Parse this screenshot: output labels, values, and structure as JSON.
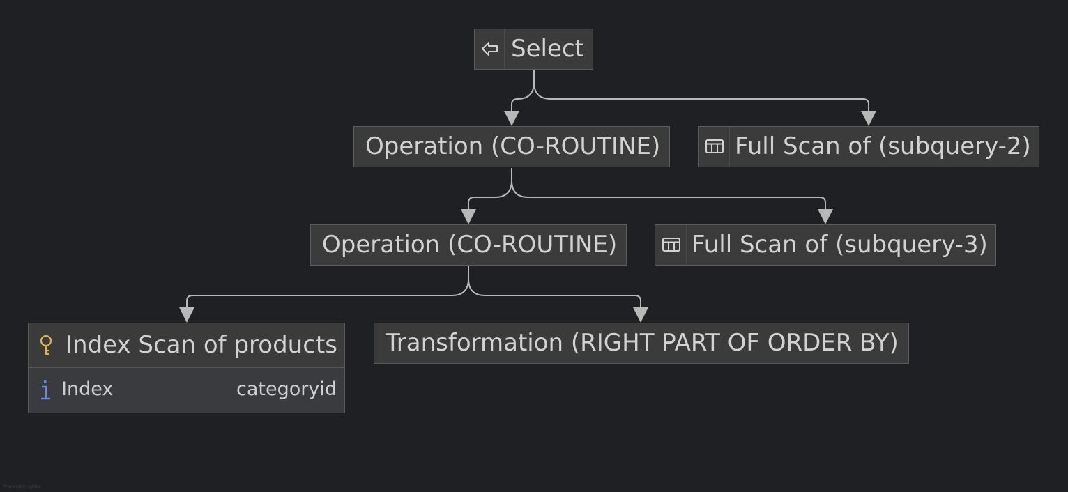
{
  "colors": {
    "background": "#1f2023",
    "node_fill": "#3b3b3b",
    "node_border": "#5c5c5c",
    "edge": "#b8b8b8",
    "key_icon": "#e3b341",
    "info_icon": "#5a8df0"
  },
  "nodes": {
    "select": {
      "label": "Select",
      "icon": "select-arrow-icon"
    },
    "op1": {
      "label": "Operation (CO-ROUTINE)"
    },
    "scan2": {
      "label": "Full Scan of (subquery-2)",
      "icon": "table-icon"
    },
    "op2": {
      "label": "Operation (CO-ROUTINE)"
    },
    "scan3": {
      "label": "Full Scan of (subquery-3)",
      "icon": "table-icon"
    },
    "index_scan": {
      "label": "Index Scan of products",
      "icon": "key-icon",
      "property": {
        "key": "Index",
        "value": "categoryid",
        "icon": "info-icon"
      }
    },
    "transform": {
      "label": "Transformation (RIGHT PART OF ORDER BY)"
    }
  },
  "edges": [
    {
      "from": "select",
      "to": "op1"
    },
    {
      "from": "select",
      "to": "scan2"
    },
    {
      "from": "op1",
      "to": "op2"
    },
    {
      "from": "op1",
      "to": "scan3"
    },
    {
      "from": "op2",
      "to": "index_scan"
    },
    {
      "from": "op2",
      "to": "transform"
    }
  ],
  "watermark": "Powered by yFiles"
}
